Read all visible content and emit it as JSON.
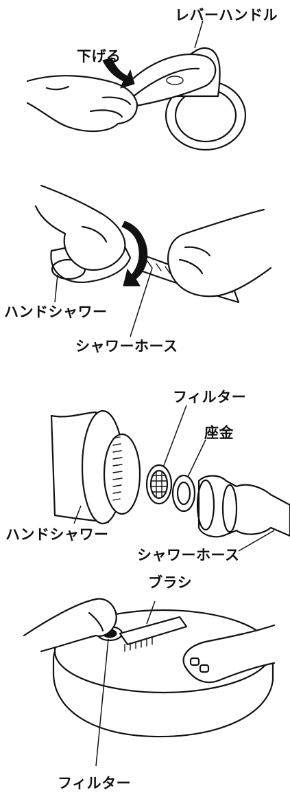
{
  "step1": {
    "label_lever": "レバーハンドル",
    "label_lower": "下げる"
  },
  "step2": {
    "label_hand_shower": "ハンドシャワー",
    "label_hose": "シャワーホース"
  },
  "step3": {
    "label_filter": "フィルター",
    "label_washer": "座金",
    "label_hand_shower": "ハンドシャワー",
    "label_hose": "シャワーホース"
  },
  "step4": {
    "label_brush": "ブラシ",
    "label_filter": "フィルター"
  }
}
